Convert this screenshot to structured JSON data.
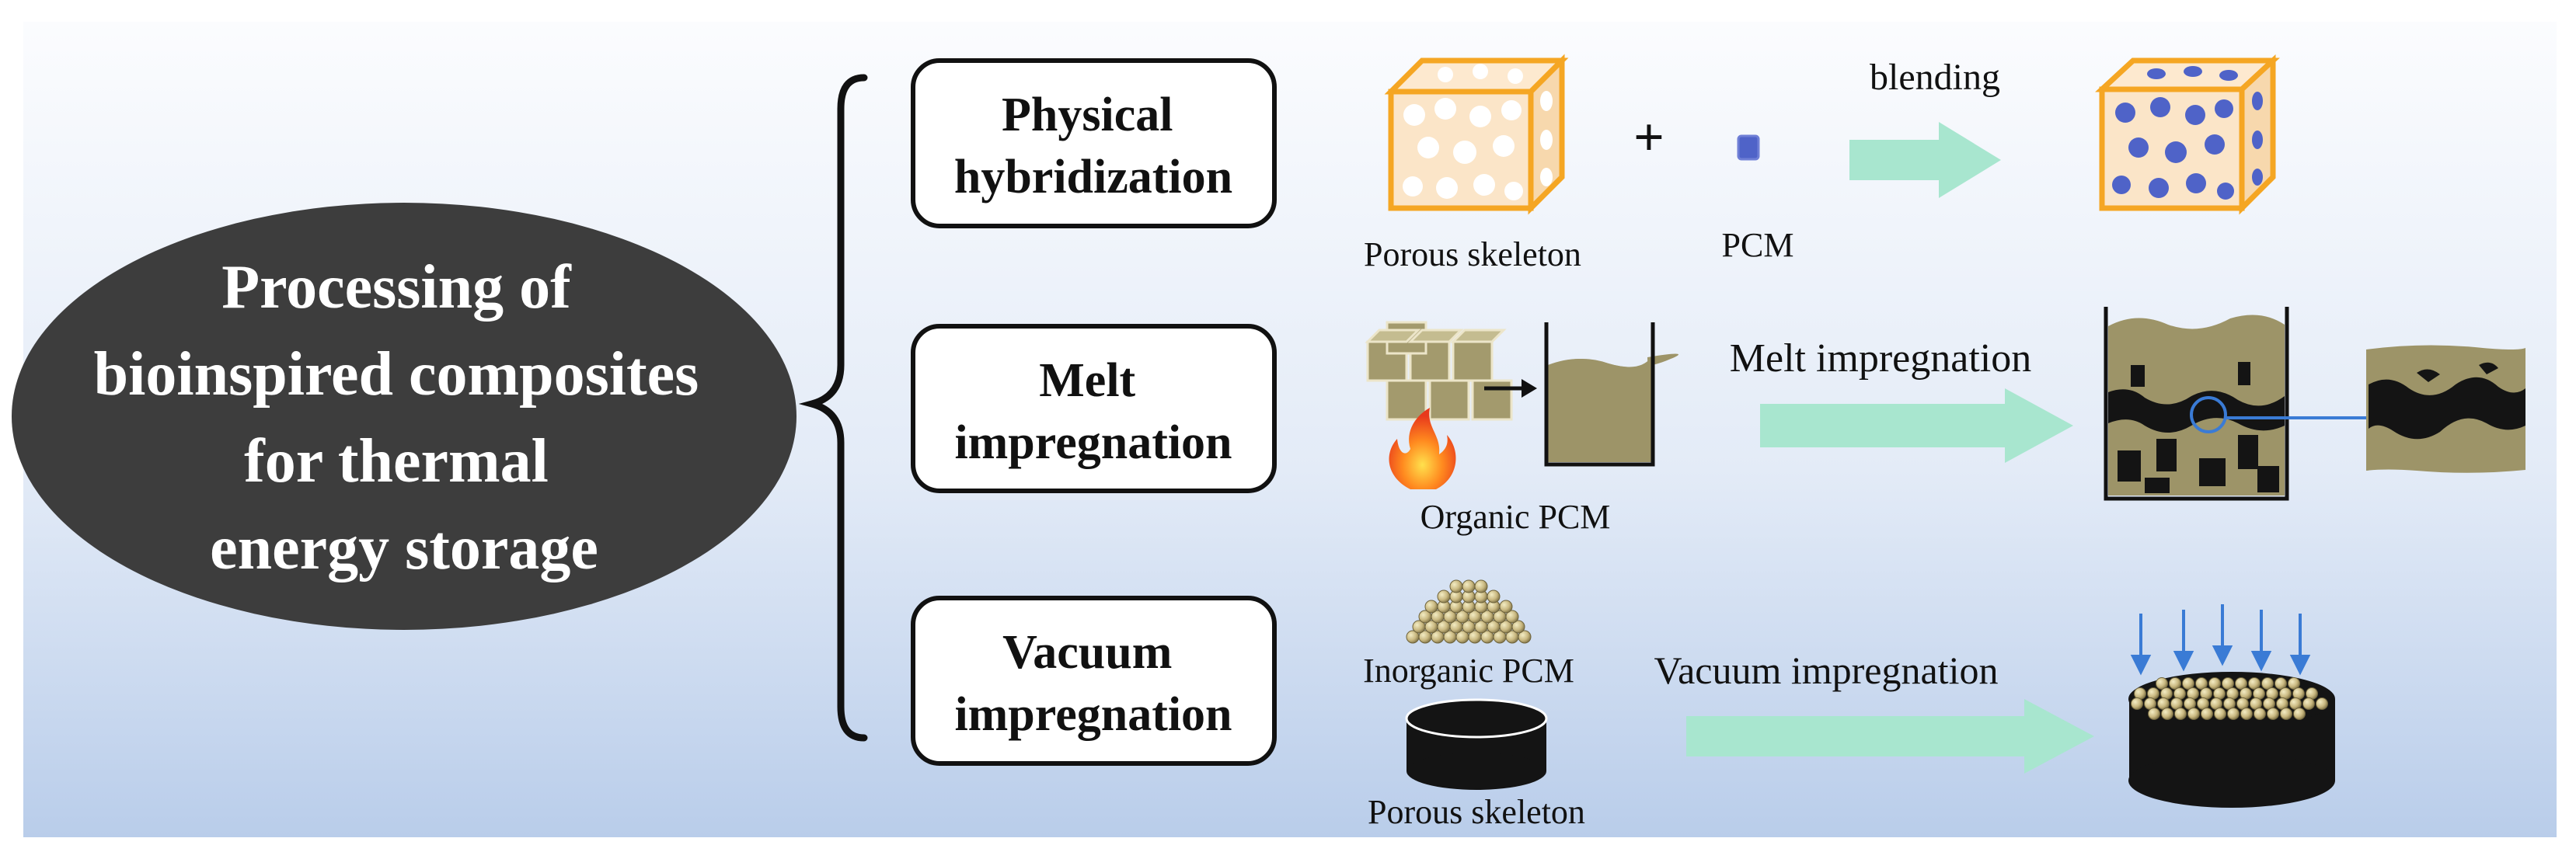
{
  "main": {
    "title_lines": [
      "Processing of",
      "bioinspired composites",
      "for thermal",
      "energy storage"
    ]
  },
  "methods": [
    {
      "label_lines": [
        "Physical",
        "hybridization"
      ]
    },
    {
      "label_lines": [
        "Melt",
        "impregnation"
      ]
    },
    {
      "label_lines": [
        "Vacuum",
        "impregnation"
      ]
    }
  ],
  "row1": {
    "skeleton_label": "Porous skeleton",
    "plus": "+",
    "pcm_label": "PCM",
    "arrow_label": "blending"
  },
  "row2": {
    "pcm_label": "Organic PCM",
    "arrow_label": "Melt impregnation"
  },
  "row3": {
    "pcm_label": "Inorganic  PCM",
    "skeleton_label": "Porous skeleton",
    "arrow_label": "Vacuum  impregnation"
  },
  "colors": {
    "ellipse": "#3d3d3d",
    "skeleton_orange": "#f5a623",
    "skeleton_fill": "#fbe5c8",
    "pcm_blue": "#4f63c8",
    "arrow_green": "#a8e6cf",
    "pcm_olive": "#9d9468",
    "link_blue": "#3a7bd5"
  }
}
